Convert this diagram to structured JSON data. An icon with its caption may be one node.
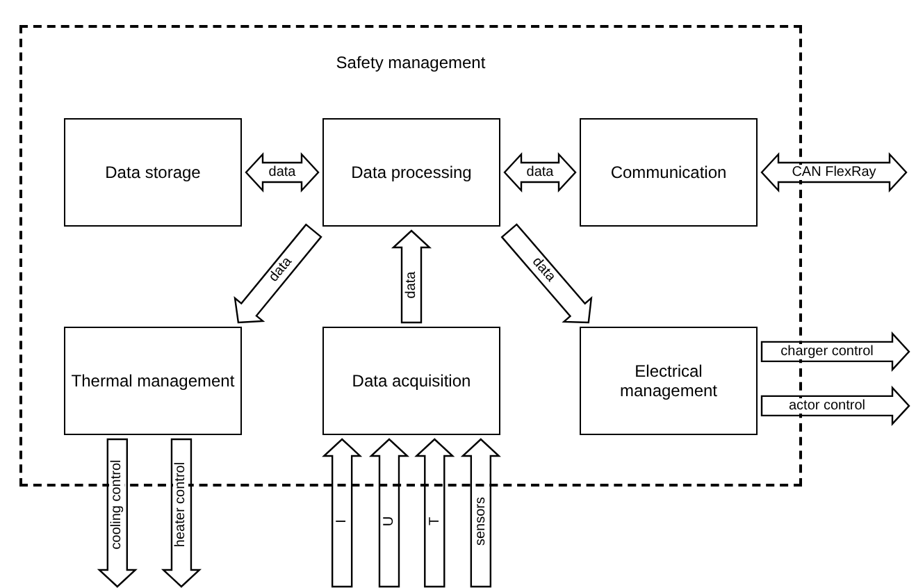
{
  "diagram": {
    "nodes": [
      {
        "text": [
          "Safety management"
        ]
      },
      {
        "text": [
          "Data storage"
        ],
        "in": 0
      },
      {
        "text": [
          "Data processing"
        ],
        "in": 0
      },
      {
        "text": [
          "Communication"
        ],
        "in": 0
      },
      {
        "text": [
          "Thermal management"
        ],
        "in": 0
      },
      {
        "text": [
          "Data acquisition"
        ],
        "in": 0
      },
      {
        "text": [
          "Electrical management"
        ],
        "in": 0
      }
    ],
    "edges": [
      {
        "from": 1,
        "to": 2,
        "arrow": "both",
        "label": "data"
      },
      {
        "from": 2,
        "to": 3,
        "arrow": "both",
        "label": "data"
      },
      {
        "from": 3,
        "to": null,
        "arrow": "both",
        "label": "CAN FlexRay"
      },
      {
        "from": 2,
        "to": 4,
        "arrow": "to",
        "label": "data"
      },
      {
        "from": 5,
        "to": 2,
        "arrow": "to",
        "label": "data"
      },
      {
        "from": 2,
        "to": 6,
        "arrow": "to",
        "label": "data"
      },
      {
        "from": 6,
        "to": null,
        "arrow": "to",
        "label": "charger control"
      },
      {
        "from": 6,
        "to": null,
        "arrow": "to",
        "label": "actor control"
      },
      {
        "from": 4,
        "to": null,
        "arrow": "to",
        "label": "cooling control"
      },
      {
        "from": 4,
        "to": null,
        "arrow": "to",
        "label": "heater control"
      },
      {
        "from": null,
        "to": 5,
        "arrow": "to",
        "label": "I"
      },
      {
        "from": null,
        "to": 5,
        "arrow": "to",
        "label": "U"
      },
      {
        "from": null,
        "to": 5,
        "arrow": "to",
        "label": "T"
      },
      {
        "from": null,
        "to": 5,
        "arrow": "to",
        "label": "sensors"
      }
    ]
  }
}
